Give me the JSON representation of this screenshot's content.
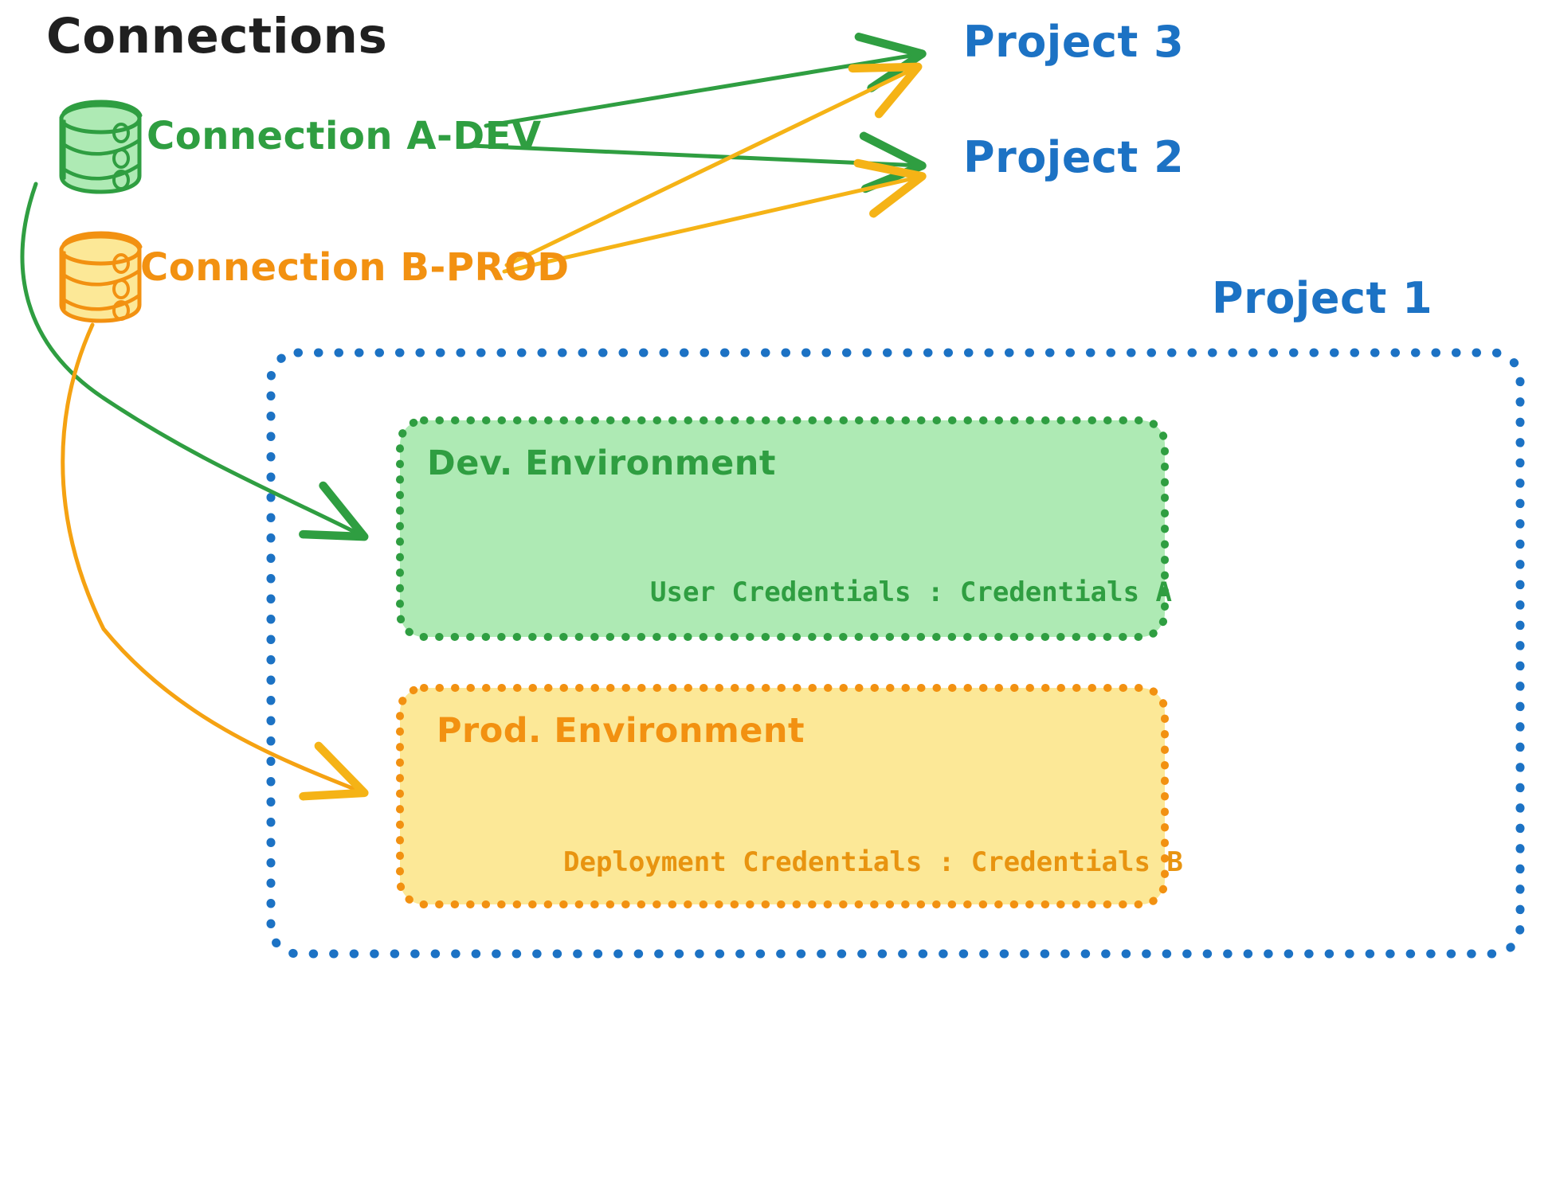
{
  "diagram": {
    "title": "Connections",
    "colors": {
      "green_stroke": "#2f9e41",
      "green_fill": "#aeeab4",
      "orange_stroke": "#f29111",
      "orange_fill": "#fce897",
      "blue": "#1c72c4",
      "black": "#202020",
      "background": "#ffffff"
    }
  },
  "connections": [
    {
      "id": "connection-a-dev",
      "label": "Connection A-DEV",
      "icon": "database-cylinder-icon",
      "color": "#2f9e41",
      "targets": [
        "Project 3",
        "Project 2",
        "Dev. Environment"
      ]
    },
    {
      "id": "connection-b-prod",
      "label": "Connection B-PROD",
      "icon": "database-cylinder-icon",
      "color": "#f29111",
      "targets": [
        "Project 3",
        "Project 2",
        "Prod. Environment"
      ]
    }
  ],
  "projects": [
    {
      "id": "project-3",
      "label": "Project 3"
    },
    {
      "id": "project-2",
      "label": "Project 2"
    },
    {
      "id": "project-1",
      "label": "Project 1"
    }
  ],
  "project_1": {
    "label": "Project 1",
    "environments": [
      {
        "id": "dev-environment",
        "label": "Dev. Environment",
        "credentials_label": "User Credentials : Credentials A",
        "color": "#2f9e41",
        "fill": "#aeeab4"
      },
      {
        "id": "prod-environment",
        "label": "Prod. Environment",
        "credentials_label": "Deployment Credentials : Credentials B",
        "color": "#f29111",
        "fill": "#fce897"
      }
    ]
  }
}
